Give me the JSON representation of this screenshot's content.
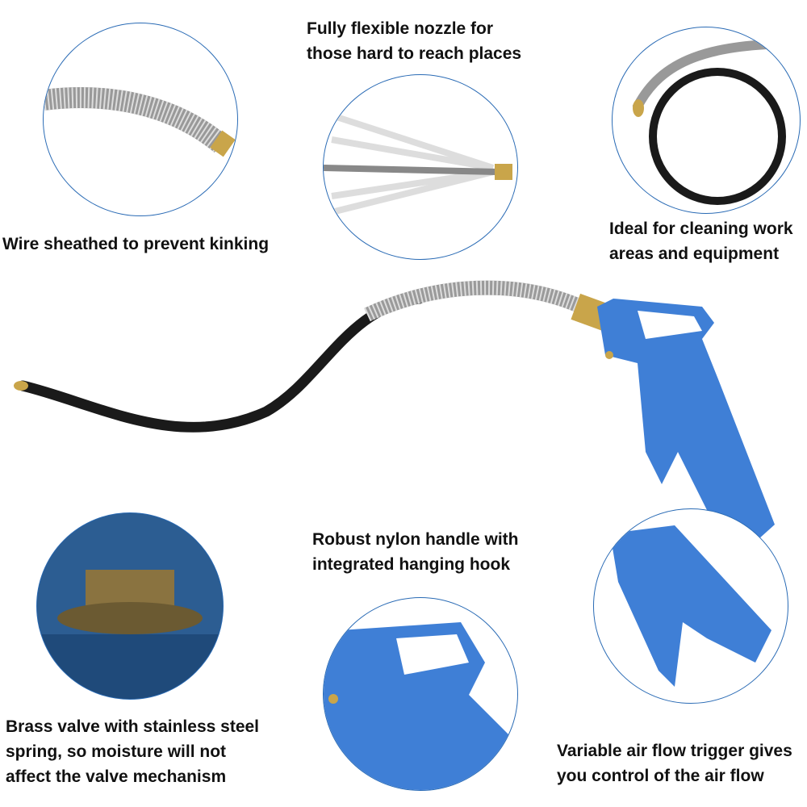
{
  "captions": {
    "wire": "Wire sheathed to prevent kinking",
    "nozzle_line1": "Fully flexible nozzle for",
    "nozzle_line2": "those hard to reach places",
    "ideal_line1": "Ideal for cleaning work",
    "ideal_line2": "areas and equipment",
    "handle_line1": "Robust nylon handle with",
    "handle_line2": "integrated hanging hook",
    "valve_line1": "Brass valve with stainless steel",
    "valve_line2": "spring, so moisture will not",
    "valve_line3": "affect the valve mechanism",
    "trigger_line1": "Variable air flow trigger gives",
    "trigger_line2": "you control of the air flow"
  },
  "colors": {
    "handle_blue": "#3f7fd6",
    "hose_black": "#1a1a1a",
    "brass": "#c9a54a",
    "circle_border": "#2a6bb5"
  }
}
